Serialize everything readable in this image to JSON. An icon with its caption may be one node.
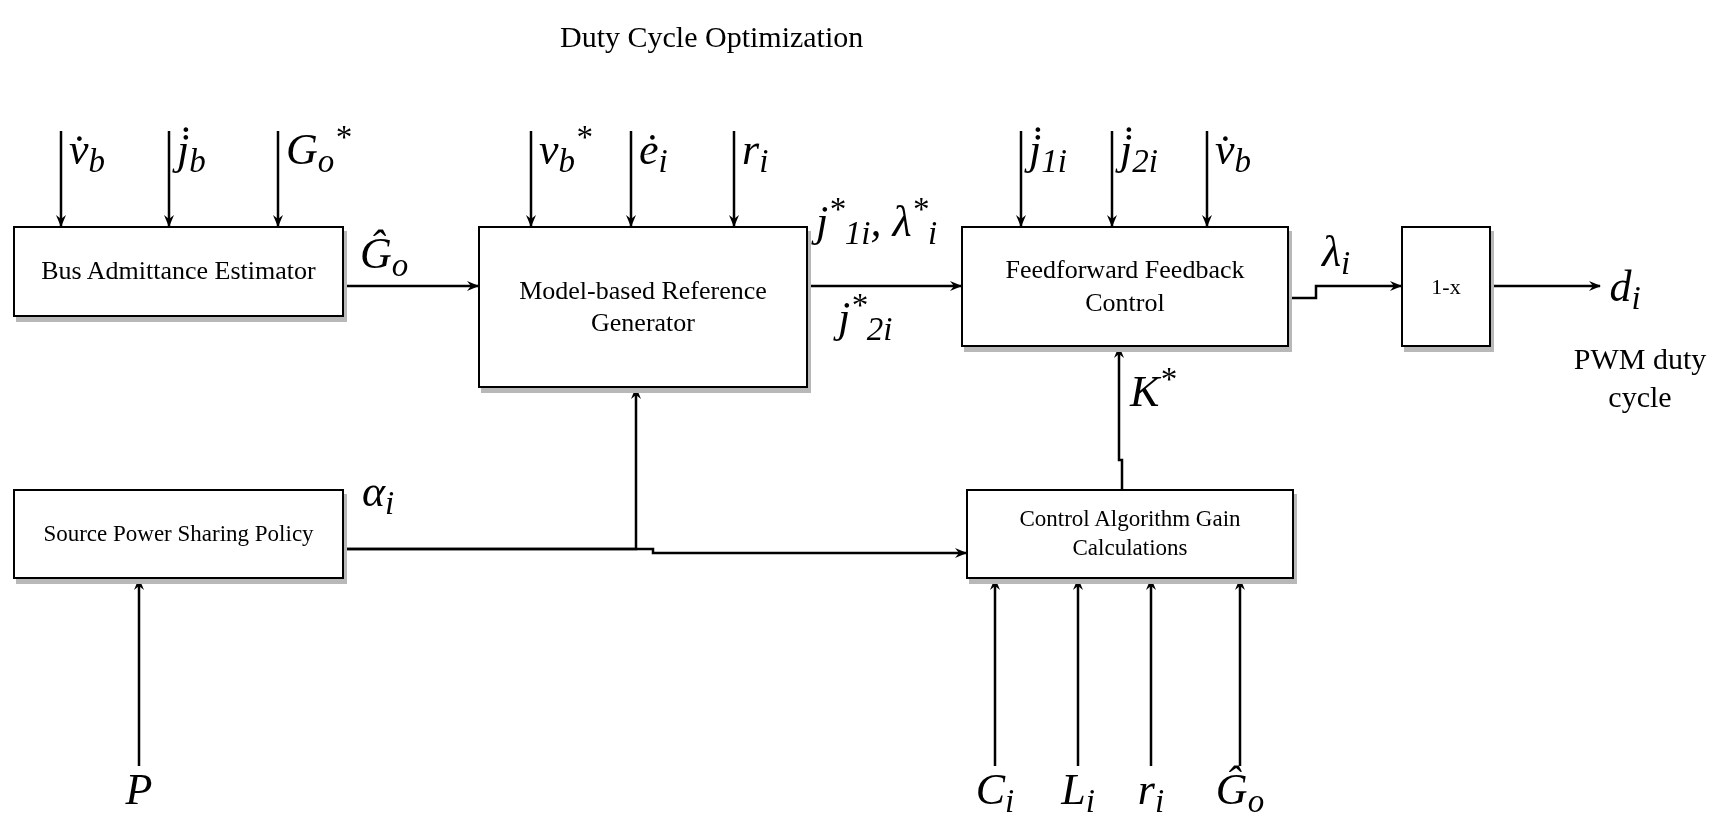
{
  "diagram": {
    "title": "Duty Cycle Optimization",
    "nodes": [
      {
        "text": [
          "Bus Admittance Estimator"
        ]
      },
      {
        "text": [
          "Model-based Reference Generator"
        ]
      },
      {
        "text": [
          "Feedforward Feedback Control"
        ]
      },
      {
        "text": [
          "1-x"
        ]
      },
      {
        "text": [
          "d$_{i}$"
        ]
      },
      {
        "text": [
          "Source Power Sharing Policy"
        ]
      },
      {
        "text": [
          "Control Algorithm Gain Calculations"
        ]
      },
      {
        "text": [
          "P"
        ]
      },
      {
        "text": [
          "C$_{i}$"
        ]
      },
      {
        "text": [
          "L$_{i}$"
        ]
      },
      {
        "text": [
          "r$_{i}$"
        ]
      },
      {
        "text": [
          "Ĝ$_{o}$"
        ]
      }
    ],
    "edges": [
      {
        "from": null,
        "to": 0,
        "arrow": "to",
        "label": "v̇$_{b}$"
      },
      {
        "from": null,
        "to": 0,
        "arrow": "to",
        "label": "j̇$_{b}$"
      },
      {
        "from": null,
        "to": 0,
        "arrow": "to",
        "label": "G$_{o}$$^{*}$"
      },
      {
        "from": null,
        "to": 1,
        "arrow": "to",
        "label": "v$_{b}$$^{*}$"
      },
      {
        "from": null,
        "to": 1,
        "arrow": "to",
        "label": "ė$_{i}$"
      },
      {
        "from": null,
        "to": 1,
        "arrow": "to",
        "label": "r$_{i}$"
      },
      {
        "from": null,
        "to": 2,
        "arrow": "to",
        "label": "j̇$_{1i}$"
      },
      {
        "from": null,
        "to": 2,
        "arrow": "to",
        "label": "j̇$_{2i}$"
      },
      {
        "from": null,
        "to": 2,
        "arrow": "to",
        "label": "v̇$_{b}$"
      },
      {
        "from": 0,
        "to": 1,
        "arrow": "to",
        "label": "Ĝ$_{o}$"
      },
      {
        "from": 1,
        "to": 2,
        "arrow": "to",
        "label": "j$^{*}$$_{1i}$, λ$^{*}$$_{i}$"
      },
      {
        "from": 2,
        "to": 3,
        "arrow": "to",
        "label": "λ$_{i}$"
      },
      {
        "from": 3,
        "to": 4,
        "arrow": "to"
      },
      {
        "from": 6,
        "to": 2,
        "arrow": "to",
        "label": "K$^{*}$"
      },
      {
        "from": 5,
        "to": 1,
        "arrow": "to"
      },
      {
        "from": 5,
        "to": 6,
        "arrow": "to",
        "label": "α$_{i}$"
      },
      {
        "from": 7,
        "to": 5,
        "arrow": "to"
      },
      {
        "from": 8,
        "to": 6,
        "arrow": "to"
      },
      {
        "from": 9,
        "to": 6,
        "arrow": "to"
      },
      {
        "from": 10,
        "to": 6,
        "arrow": "to"
      },
      {
        "from": 11,
        "to": 6,
        "arrow": "to"
      }
    ],
    "labels": [
      "j$^{*}$$_{2i}$",
      "PWM duty cycle"
    ]
  }
}
